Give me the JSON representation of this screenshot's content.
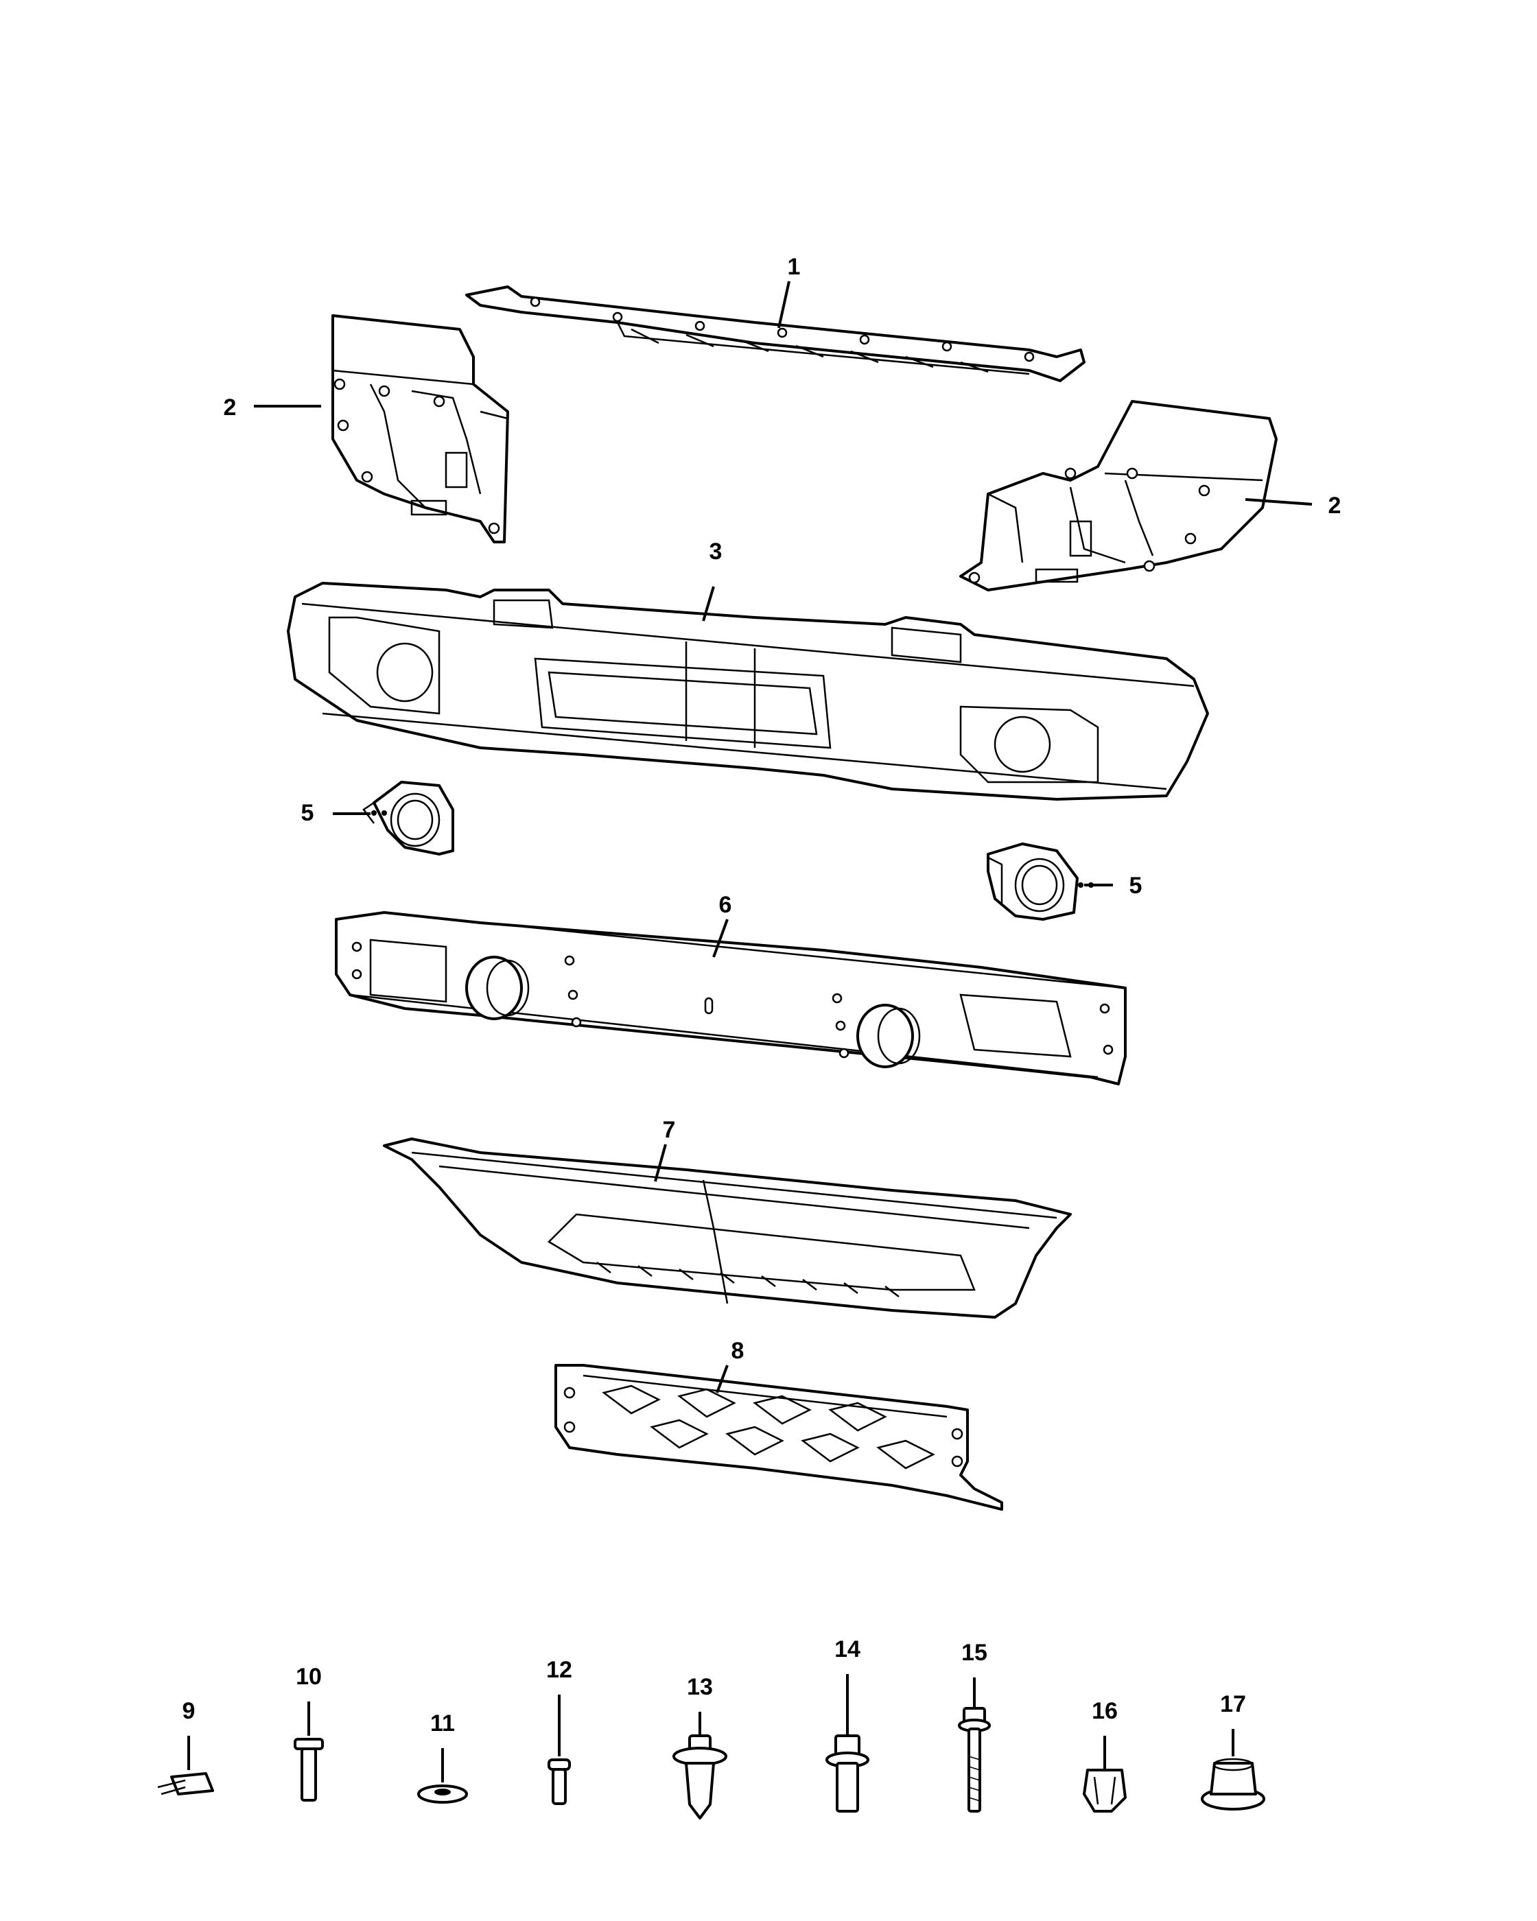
{
  "callouts": {
    "c1": "1",
    "c2a": "2",
    "c2b": "2",
    "c3": "3",
    "c5a": "5",
    "c5b": "5",
    "c6": "6",
    "c7": "7",
    "c8": "8",
    "c9": "9",
    "c10": "10",
    "c11": "11",
    "c12": "12",
    "c13": "13",
    "c14": "14",
    "c15": "15",
    "c16": "16",
    "c17": "17"
  }
}
